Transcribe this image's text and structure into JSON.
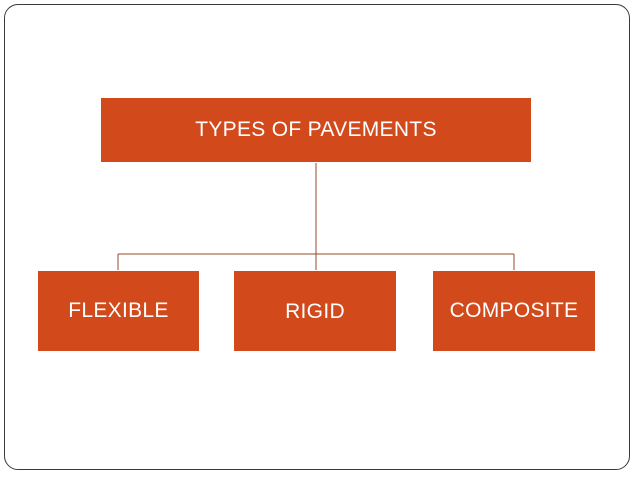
{
  "colors": {
    "node_fill": "#d2491b",
    "connector": "#9a4a2a",
    "frame": "#3a3a3a"
  },
  "diagram": {
    "type": "hierarchy",
    "root": {
      "label": "TYPES OF PAVEMENTS"
    },
    "children": [
      {
        "label": "FLEXIBLE"
      },
      {
        "label": "RIGID"
      },
      {
        "label": "COMPOSITE"
      }
    ]
  }
}
